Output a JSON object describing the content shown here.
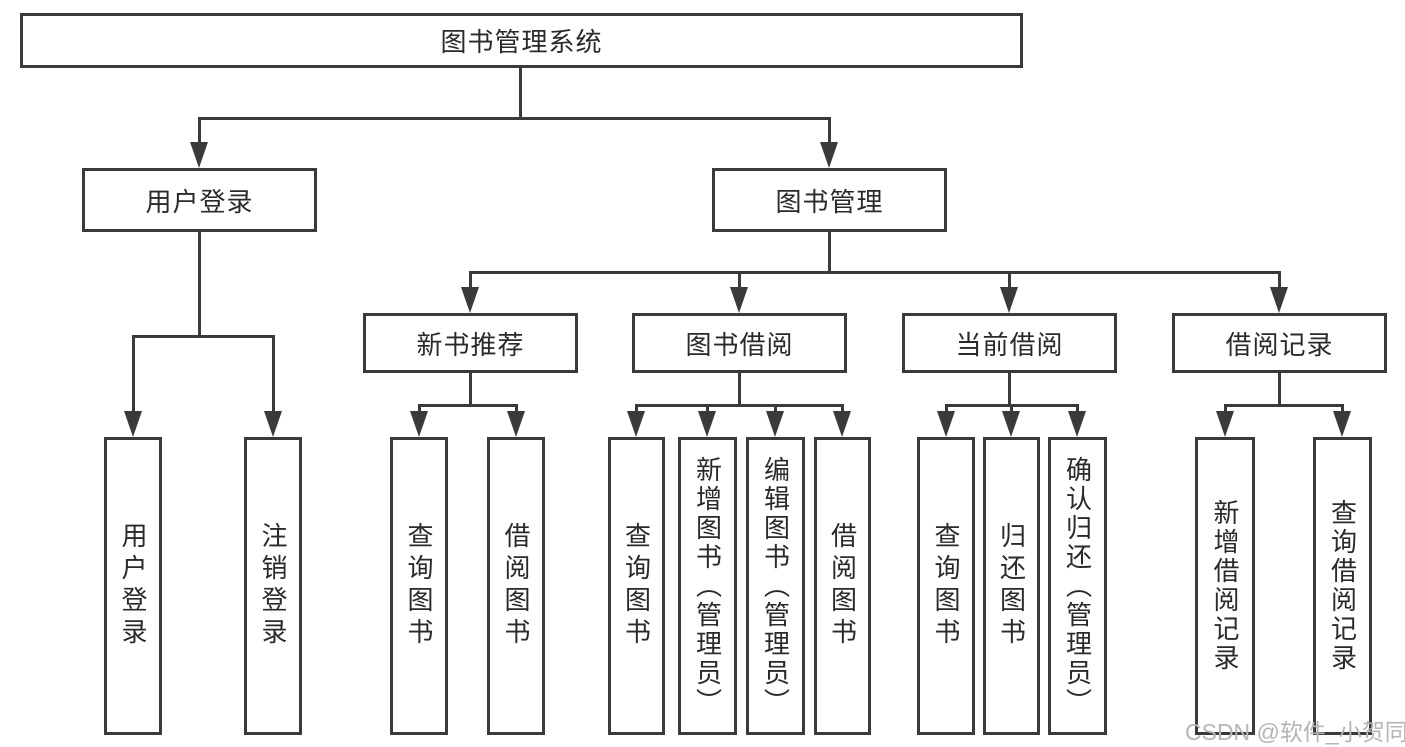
{
  "diagram": {
    "root": "图书管理系统",
    "branches": [
      {
        "label": "用户登录",
        "children": [
          "用户登录",
          "注销登录"
        ]
      },
      {
        "label": "图书管理",
        "groups": [
          {
            "label": "新书推荐",
            "children": [
              "查询图书",
              "借阅图书"
            ]
          },
          {
            "label": "图书借阅",
            "children": [
              "查询图书",
              "新增图书（管理员）",
              "编辑图书（管理员）",
              "借阅图书"
            ]
          },
          {
            "label": "当前借阅",
            "children": [
              "查询图书",
              "归还图书",
              "确认归还（管理员）"
            ]
          },
          {
            "label": "借阅记录",
            "children": [
              "新增借阅记录",
              "查询借阅记录"
            ]
          }
        ]
      }
    ],
    "watermark": "CSDN @软件_小贺同学"
  },
  "colors": {
    "line": "#3a3a3a",
    "text": "#2a2a2a",
    "watermark": "#b5b5b5",
    "background": "#ffffff"
  }
}
